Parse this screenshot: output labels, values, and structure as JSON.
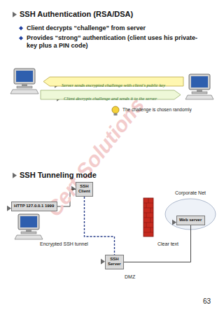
{
  "diagram": {
    "nodes": [
      {
        "text": [
          "SSH Authentication (RSA/DSA)",
          "Client decrypts “challenge” from server",
          "Provides “strong” authentication (client uses his private-key plus a PIN code)"
        ]
      },
      {
        "text": [
          "Server sends encrypted challenge with client's public key"
        ],
        "in": 0
      },
      {
        "text": [
          "Client decrypts challenge and sends it to the server"
        ],
        "in": 0
      },
      {
        "text": [
          "SSH Tunneling mode"
        ]
      },
      {
        "text": [
          "SSH Client"
        ],
        "in": 3
      },
      {
        "text": [
          "HTTP 127.0.0.1 1999"
        ],
        "in": 3
      },
      {
        "text": [
          "Web server"
        ],
        "in": 3
      },
      {
        "text": [
          "SSH Server"
        ],
        "in": 3
      }
    ],
    "edges": [
      {
        "from": 5,
        "to": 4,
        "arrow": "none"
      },
      {
        "from": 4,
        "to": 7,
        "label": "Encrypted SSH tunnel",
        "arrow": "none"
      },
      {
        "from": 7,
        "to": 6,
        "label": "Clear text",
        "arrow": "none"
      }
    ],
    "labels": [
      "The challenge is chosen randomly",
      "Cert Solutions",
      "Corporate Net",
      "DMZ",
      "63"
    ]
  }
}
